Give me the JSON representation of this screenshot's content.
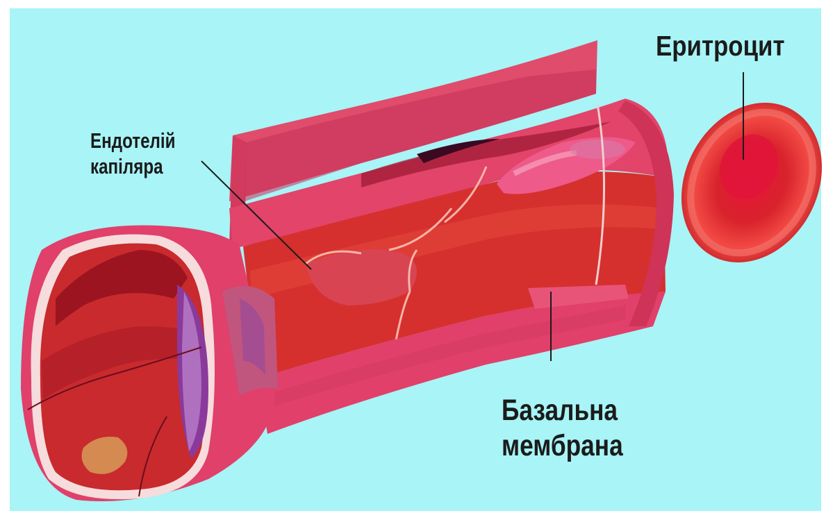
{
  "labels": {
    "erythrocyte": "Еритроцит",
    "endothelium": [
      "Ендотелій",
      "капіляра"
    ],
    "basal_membrane": [
      "Базальна",
      "мембрана"
    ]
  },
  "colors": {
    "background": "#a8f4f6",
    "vessel_outer": "#e0406a",
    "vessel_dark": "#c8284c",
    "endothelium": "#d8342c",
    "lumen": "#b81e24",
    "erythrocyte": "#e8242c"
  }
}
